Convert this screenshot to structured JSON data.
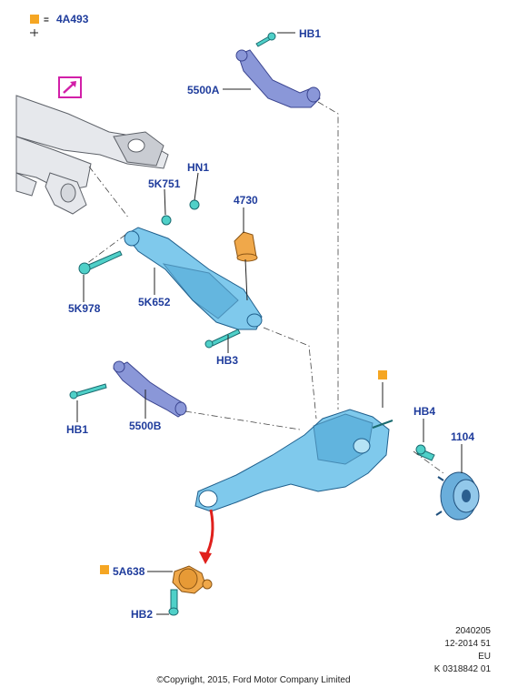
{
  "legend": {
    "marker_color": "#f5a623",
    "equals": "=",
    "code": "4A493"
  },
  "labels": {
    "hb1_top": "HB1",
    "arm_5500a": "5500A",
    "hn1": "HN1",
    "b_5k751": "5K751",
    "b_4730": "4730",
    "b_5k978": "5K978",
    "b_5k652": "5K652",
    "hb3": "HB3",
    "hb1_left": "HB1",
    "arm_5500b": "5500B",
    "hb4": "HB4",
    "hub_1104": "1104",
    "b_5a638": "5A638",
    "hb2": "HB2"
  },
  "footer": {
    "code1": "2040205",
    "code2": "12-2014 51",
    "region": "EU",
    "ref": "K 0318842 01",
    "copyright": "©Copyright, 2015, Ford Motor Company Limited"
  },
  "colors": {
    "label_text": "#1f3c9c",
    "marker_orange": "#f5a623",
    "part_blue": "#7fc9ec",
    "part_purple": "#8a97d8",
    "fastener_teal": "#4fd0c8",
    "arrow_red": "#e0201c",
    "view_icon": "#d21fa8"
  }
}
